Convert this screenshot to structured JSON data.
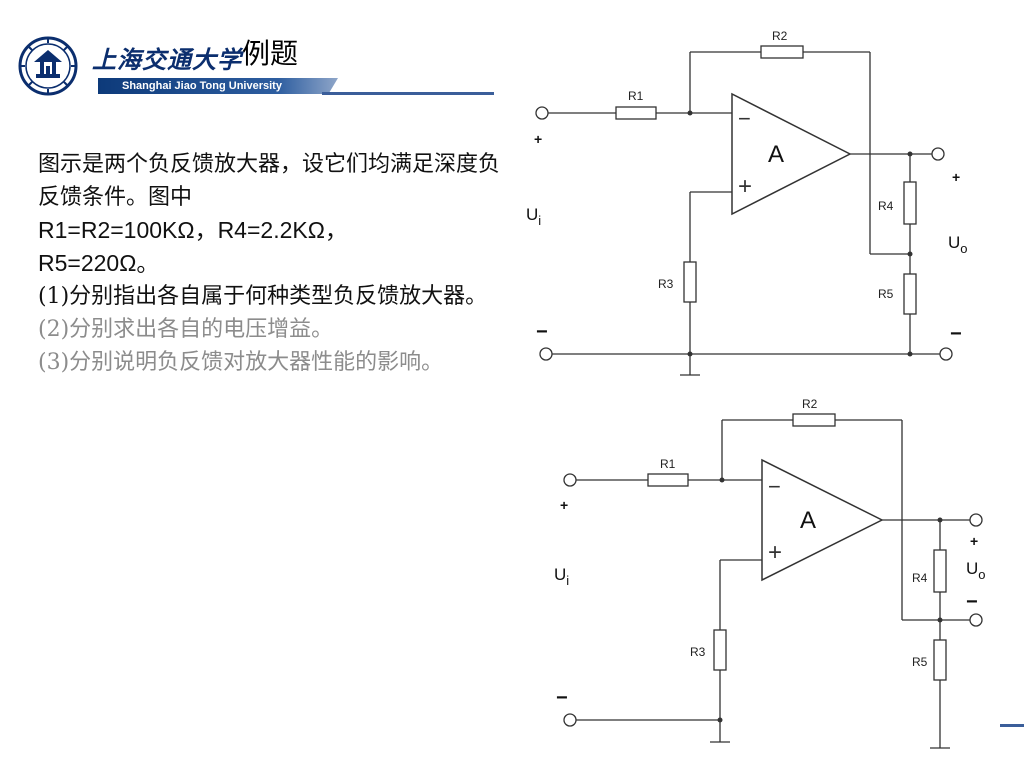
{
  "header": {
    "brand_cn": "上海交通大学",
    "brand_en": "Shanghai Jiao Tong University",
    "title": "例题",
    "accent_color": "#0b2e6e"
  },
  "body": {
    "paragraphs": [
      "图示是两个负反馈放大器，设它们均满足深度负反馈条件。图中",
      "R1=R2=100KΩ，R4=2.2KΩ，",
      "R5=220Ω。",
      "(1)分别指出各自属于何种类型负反馈放大器。",
      "(2)分别求出各自的电压增益。",
      "(3)分别说明负反馈对放大器性能的影响。"
    ]
  },
  "circuit1": {
    "r1": "R1",
    "r2": "R2",
    "r3": "R3",
    "r4": "R4",
    "r5": "R5",
    "amp": "A",
    "minus": "−",
    "plus": "+",
    "in_plus": "+",
    "in_minus": "−",
    "out_plus": "+",
    "out_minus": "−",
    "ui_main": "U",
    "ui_sub": "i",
    "uo_main": "U",
    "uo_sub": "o"
  },
  "circuit2": {
    "r1": "R1",
    "r2": "R2",
    "r3": "R3",
    "r4": "R4",
    "r5": "R5",
    "amp": "A",
    "minus": "−",
    "plus": "+",
    "in_plus": "+",
    "in_minus": "−",
    "out_plus": "+",
    "out_minus": "−",
    "ui_main": "U",
    "ui_sub": "i",
    "uo_main": "U",
    "uo_sub": "o"
  }
}
